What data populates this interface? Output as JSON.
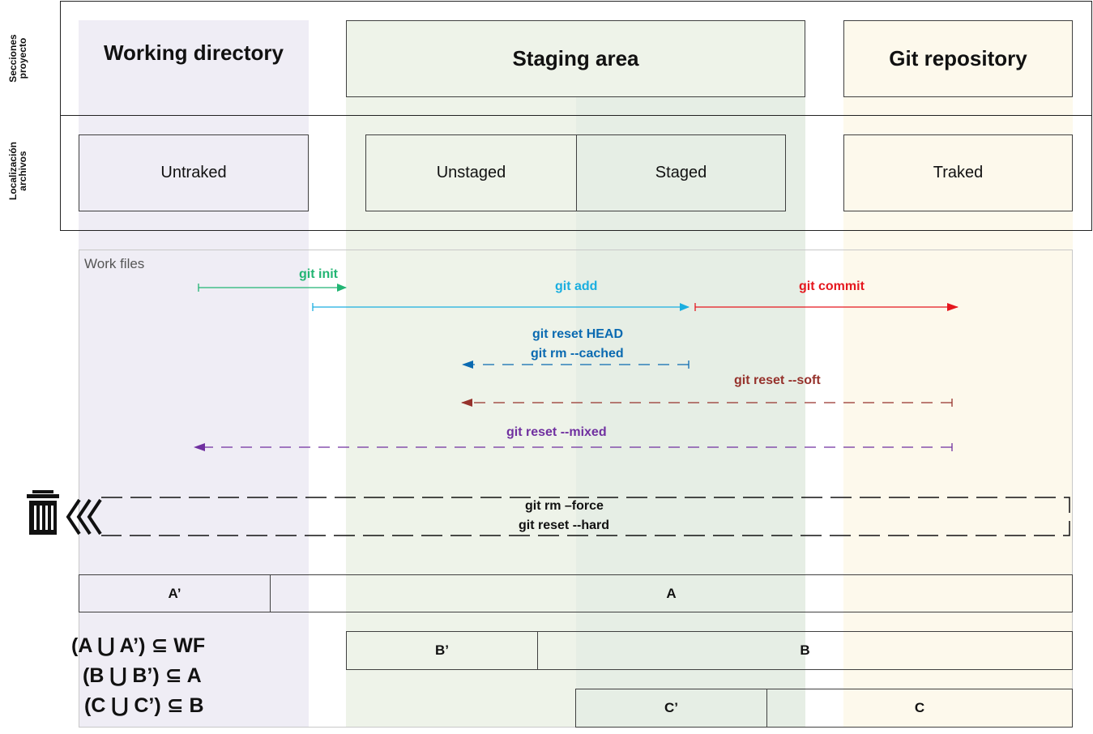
{
  "row_labels": {
    "sections": [
      "Secciones",
      "proyecto"
    ],
    "locations": [
      "Localización",
      "archivos"
    ]
  },
  "sections": {
    "working": "Working directory",
    "staging": "Staging area",
    "repo": "Git repository"
  },
  "states": {
    "untracked": "Untraked",
    "unstaged": "Unstaged",
    "staged": "Staged",
    "tracked": "Traked"
  },
  "work_files_label": "Work files",
  "commands": {
    "init": "git init",
    "add": "git add",
    "commit": "git commit",
    "reset_head": "git reset HEAD",
    "rm_cached": "git rm --cached",
    "reset_soft": "git reset --soft",
    "reset_mixed": "git reset --mixed",
    "rm_force": "git rm –force",
    "reset_hard": "git reset --hard"
  },
  "sets": {
    "a_prime": "A’",
    "a": "A",
    "b_prime": "B’",
    "b": "B",
    "c_prime": "C’",
    "c": "C"
  },
  "equations": [
    "(A ⋃ A’)  ⊆ WF",
    "(B ⋃ B’)  ⊆ A",
    "(C ⋃ C’)  ⊆ B"
  ],
  "colors": {
    "working_bg": "#efedf5",
    "staging_bg": "#edf3e8",
    "staged_bg": "#e5eee4",
    "repo_bg": "#fdf9ec",
    "init": "#22b573",
    "add": "#1aaee0",
    "commit": "#e5171e",
    "reset_head": "#0a6ab1",
    "reset_soft": "#96322c",
    "reset_mixed": "#7030a0",
    "hard": "#111111"
  },
  "icons": {
    "trash": "trash-icon",
    "chevrons": "triple-chevron-left-icon"
  }
}
